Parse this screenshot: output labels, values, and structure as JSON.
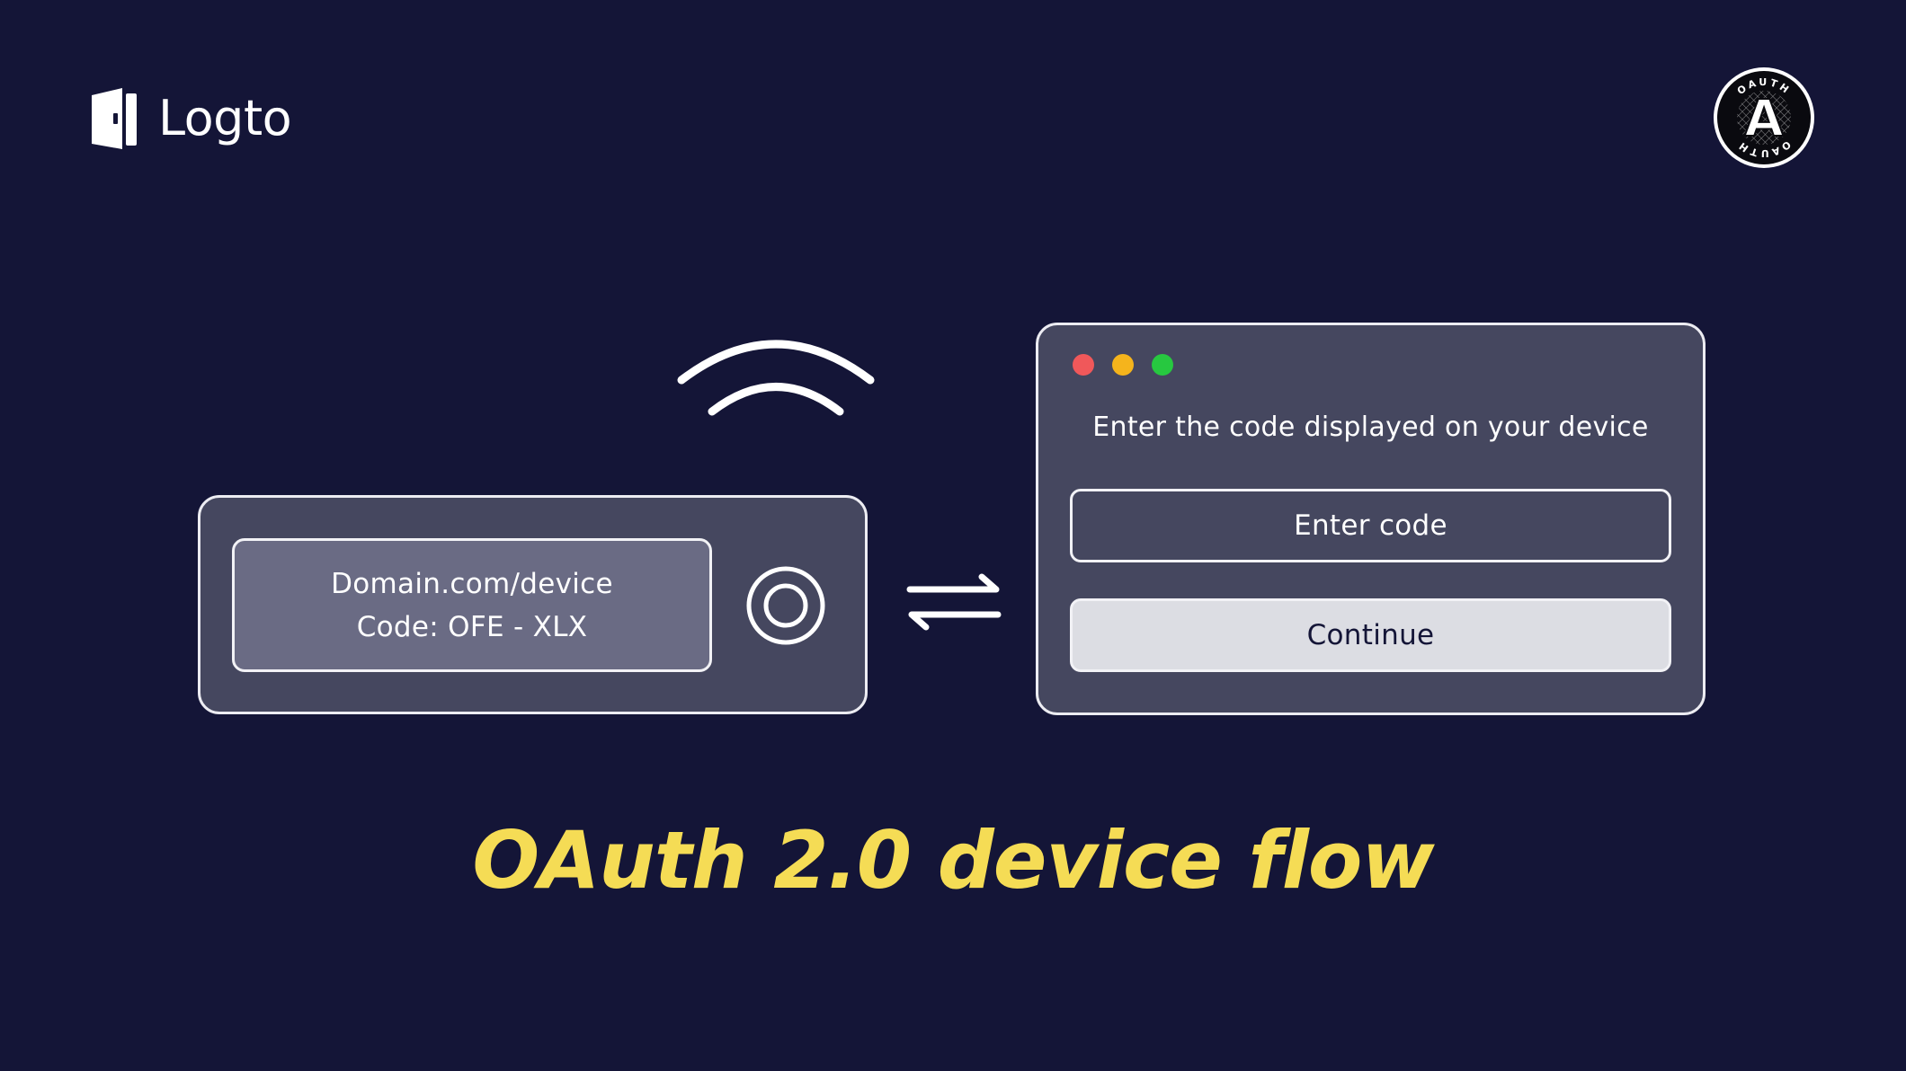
{
  "brand": {
    "name": "Logto",
    "logo_icon": "door-icon"
  },
  "badge": {
    "text_top": "OAUTH",
    "text_bottom": "OAUTH",
    "letter": "A",
    "icon": "oauth-badge-icon"
  },
  "device": {
    "url_line": "Domain.com/device",
    "code_line": "Code: OFE - XLX",
    "wifi_icon": "wifi-icon",
    "button_icon": "circle-button-icon"
  },
  "exchange": {
    "icon": "swap-arrows-icon"
  },
  "browser": {
    "prompt": "Enter the code displayed on your device",
    "code_placeholder": "Enter code",
    "continue_label": "Continue",
    "dot_colors": [
      "#f0585a",
      "#f5b41c",
      "#27c840"
    ]
  },
  "title": "OAuth 2.0 device flow",
  "colors": {
    "background": "#141537",
    "panel": "#45475f",
    "screen": "#6a6b84",
    "accent_title": "#f5dc55",
    "button_light": "#dcdde3"
  }
}
